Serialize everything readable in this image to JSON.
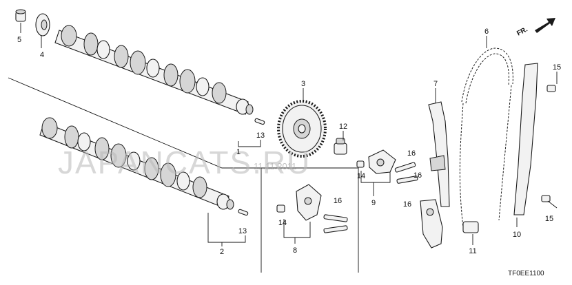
{
  "diagram": {
    "watermark": "JAPANCATS.RU",
    "watermark_date": "11.11.2011",
    "direction_label": "FR.",
    "diagram_code": "TF0EE1100",
    "callouts": {
      "c1": "1",
      "c2": "2",
      "c3": "3",
      "c4": "4",
      "c5": "5",
      "c6": "6",
      "c7": "7",
      "c8": "8",
      "c9": "9",
      "c10": "10",
      "c11": "11",
      "c12": "12",
      "c13a": "13",
      "c13b": "13",
      "c14a": "14",
      "c14b": "14",
      "c15a": "15",
      "c15b": "15",
      "c16a": "16",
      "c16b": "16",
      "c16c": "16",
      "c16d": "16"
    }
  }
}
